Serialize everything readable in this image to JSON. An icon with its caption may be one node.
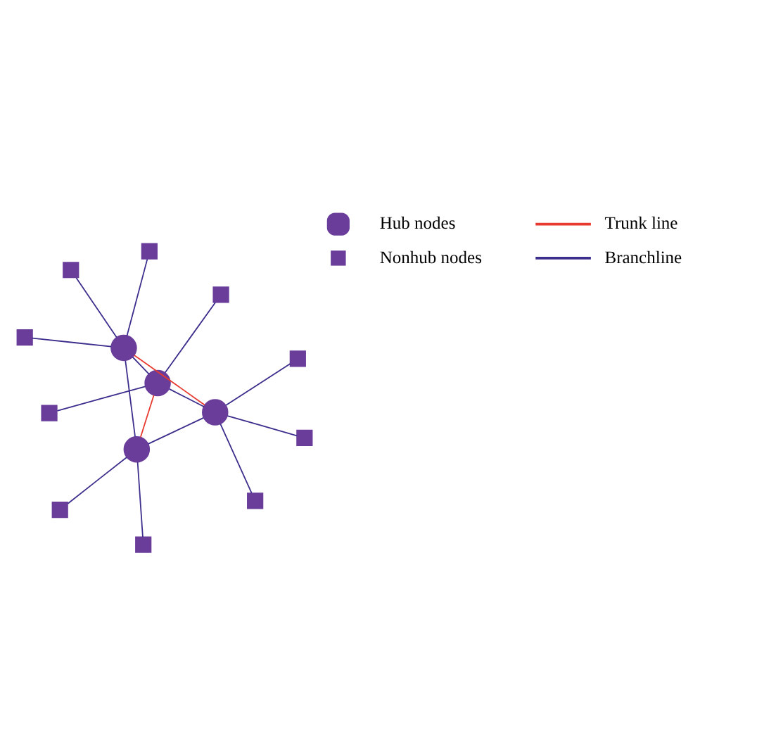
{
  "diagram": {
    "nodes": [
      {
        "text": [],
        "shape": "box"
      },
      {
        "text": [],
        "shape": "box"
      },
      {
        "text": [],
        "shape": "box"
      },
      {
        "text": [],
        "shape": "box"
      },
      {
        "text": [],
        "shape": "box"
      },
      {
        "text": [],
        "shape": "circle"
      },
      {
        "text": [],
        "shape": "circle"
      },
      {
        "text": [],
        "shape": "circle"
      },
      {
        "text": [],
        "shape": "box"
      },
      {
        "text": [],
        "shape": "box"
      },
      {
        "text": [],
        "shape": "circle"
      },
      {
        "text": [],
        "shape": "box"
      },
      {
        "text": [],
        "shape": "box"
      },
      {
        "text": [],
        "shape": "box"
      }
    ],
    "edges": [
      {
        "from": 5,
        "to": 0,
        "arrow": "none"
      },
      {
        "from": 5,
        "to": 1,
        "arrow": "none"
      },
      {
        "from": 5,
        "to": 3,
        "arrow": "none"
      },
      {
        "from": 5,
        "to": 6,
        "arrow": "none"
      },
      {
        "from": 5,
        "to": 7,
        "arrow": "none"
      },
      {
        "from": 5,
        "to": 10,
        "arrow": "none",
        "color": "#e8392f"
      },
      {
        "from": 6,
        "to": 2,
        "arrow": "none"
      },
      {
        "from": 6,
        "to": 4,
        "arrow": "none"
      },
      {
        "from": 6,
        "to": 7,
        "arrow": "none",
        "color": "#e8392f"
      },
      {
        "from": 6,
        "to": 10,
        "arrow": "none"
      },
      {
        "from": 7,
        "to": 9,
        "arrow": "none"
      },
      {
        "from": 7,
        "to": 11,
        "arrow": "none"
      },
      {
        "from": 7,
        "to": 10,
        "arrow": "none"
      },
      {
        "from": 10,
        "to": 8,
        "arrow": "none"
      },
      {
        "from": 10,
        "to": 12,
        "arrow": "none"
      },
      {
        "from": 10,
        "to": 13,
        "arrow": "none"
      }
    ],
    "legend": [
      {
        "text": "Hub nodes"
      },
      {
        "text": "Nonhub nodes"
      },
      {
        "text": "Trunk line"
      },
      {
        "text": "Branchline"
      }
    ]
  }
}
